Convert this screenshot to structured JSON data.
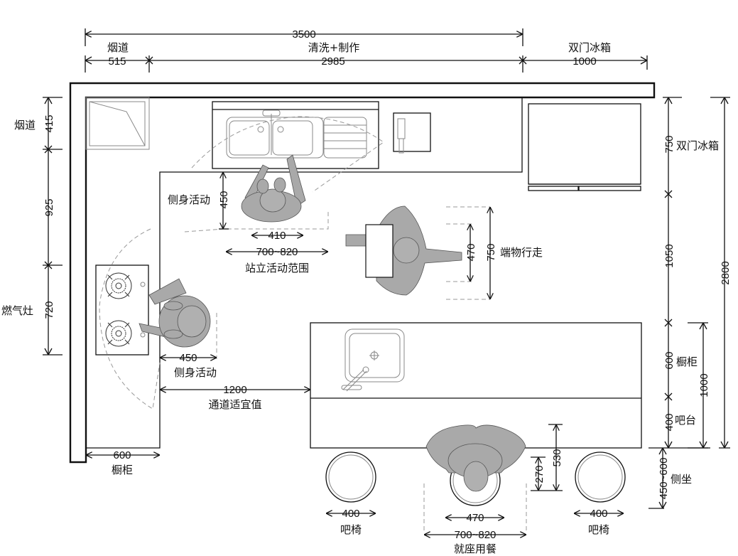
{
  "title": "Kitchen plan layout with human activity dimensions (mm)",
  "top_dimensions": {
    "total": "3500",
    "flue_label": "烟道",
    "flue_width": "515",
    "wash_prep_label": "清洗+制作",
    "wash_prep_width": "2985",
    "fridge_label": "双门冰箱",
    "fridge_width": "1000"
  },
  "left_dimensions": {
    "flue_label": "烟道",
    "flue_depth": "415",
    "mid_gap": "925",
    "stove_label": "燃气灶",
    "stove_length": "720"
  },
  "right_dimensions": {
    "fridge_depth": "750",
    "fridge_label": "双门冰箱",
    "aisle": "1050",
    "total": "2800",
    "cabinet_depth": "600",
    "cabinet_label": "橱柜",
    "bar_depth": "400",
    "bar_label": "吧台",
    "island_total": "1000",
    "side_seat": "450~600",
    "side_seat_label": "侧坐"
  },
  "annotations": {
    "sink_side_label": "侧身活动",
    "sink_side_value": "450",
    "sink_shoulder": "410",
    "sink_range": "700~820",
    "sink_range_label": "站立活动范围",
    "carry_inner": "470",
    "carry_outer": "750",
    "carry_label": "端物行走",
    "stove_side_value": "450",
    "stove_side_label": "侧身活动",
    "aisle_value": "1200",
    "aisle_label": "通道适宜值",
    "bottom_cabinet_value": "600",
    "bottom_cabinet_label": "橱柜",
    "stool_left_value": "400",
    "stool_left_label": "吧椅",
    "diner_shoulder": "470",
    "diner_range": "700~820",
    "diner_label": "就座用餐",
    "stool_right_value": "400",
    "stool_right_label": "吧椅",
    "seat_depth_small": "270",
    "seat_depth_large": "530"
  },
  "colors": {
    "line": "#111111",
    "figure": "#a9a9a9",
    "dashed": "#999999"
  }
}
